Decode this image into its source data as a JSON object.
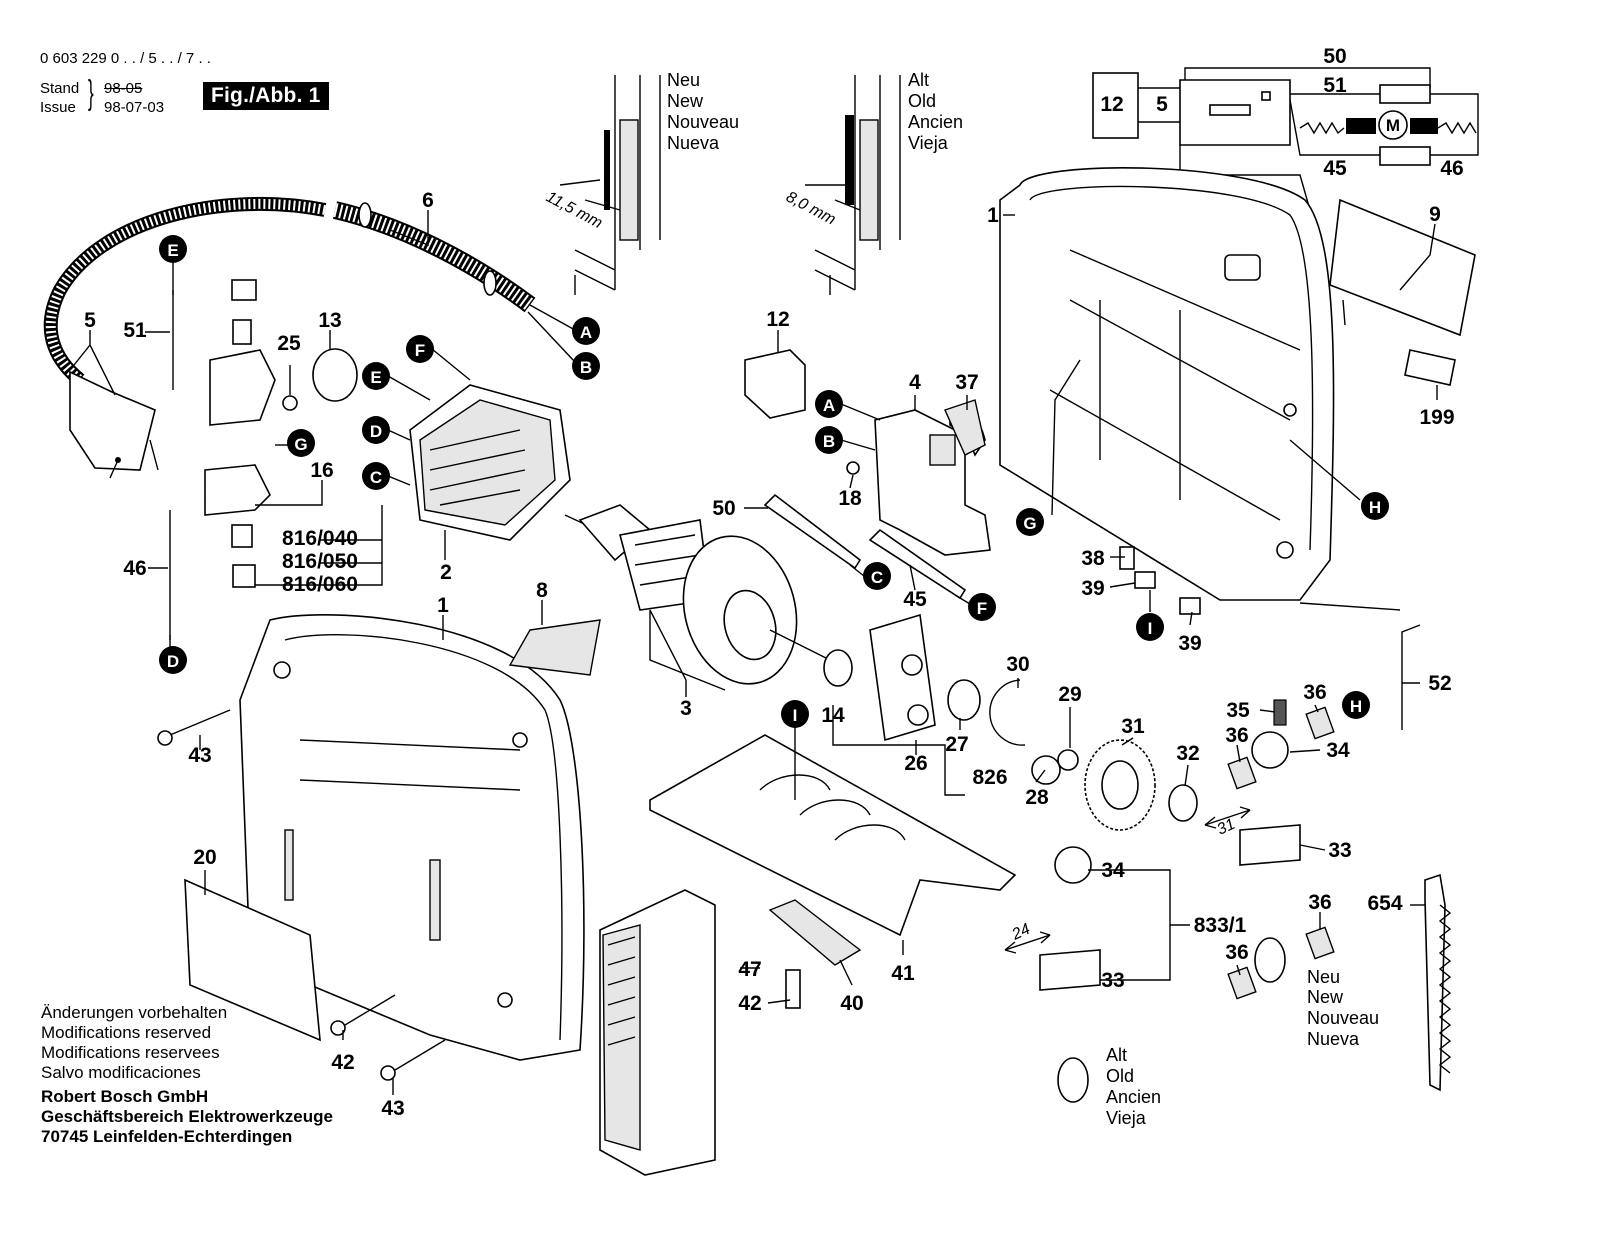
{
  "header": {
    "number": "0 603 229 0 . . / 5 . . / 7 . .",
    "stand_label": "Stand",
    "issue_label": "Issue",
    "stand_value_old": "98-05",
    "issue_value": "98-07-03",
    "figure_label": "Fig./Abb. 1"
  },
  "labels": {
    "new_variant": [
      "Neu",
      "New",
      "Nouveau",
      "Nueva"
    ],
    "old_variant": [
      "Alt",
      "Old",
      "Ancien",
      "Vieja"
    ],
    "dim_new": "11,5 mm",
    "dim_old": "8,0 mm",
    "dim_31": "31",
    "dim_24": "24"
  },
  "connectors": [
    "A",
    "B",
    "C",
    "D",
    "E",
    "F",
    "G",
    "H",
    "I"
  ],
  "part_numbers": {
    "p1": "1",
    "p2": "2",
    "p3": "3",
    "p4": "4",
    "p5": "5",
    "p6": "6",
    "p8": "8",
    "p9": "9",
    "p12": "12",
    "p13": "13",
    "p14": "14",
    "p16": "16",
    "p18": "18",
    "p20": "20",
    "p25": "25",
    "p26": "26",
    "p27": "27",
    "p28": "28",
    "p29": "29",
    "p30": "30",
    "p31": "31",
    "p32": "32",
    "p33": "33",
    "p34": "34",
    "p35": "35",
    "p36": "36",
    "p37": "37",
    "p38": "38",
    "p39": "39",
    "p40": "40",
    "p41": "41",
    "p42": "42",
    "p43": "43",
    "p45": "45",
    "p46": "46",
    "p47": "47",
    "p50": "50",
    "p51": "51",
    "p52": "52",
    "p199": "199",
    "p654": "654",
    "p826": "826",
    "p833": "833/1",
    "brush_1": "816/040",
    "brush_2": "816/050",
    "brush_3": "816/060",
    "wiring_m": "M"
  },
  "footer": {
    "notes": [
      "Änderungen vorbehalten",
      "Modifications reserved",
      "Modifications reservees",
      "Salvo modificaciones"
    ],
    "company": [
      "Robert Bosch GmbH",
      "Geschäftsbereich Elektrowerkzeuge",
      "70745 Leinfelden-Echterdingen"
    ]
  }
}
